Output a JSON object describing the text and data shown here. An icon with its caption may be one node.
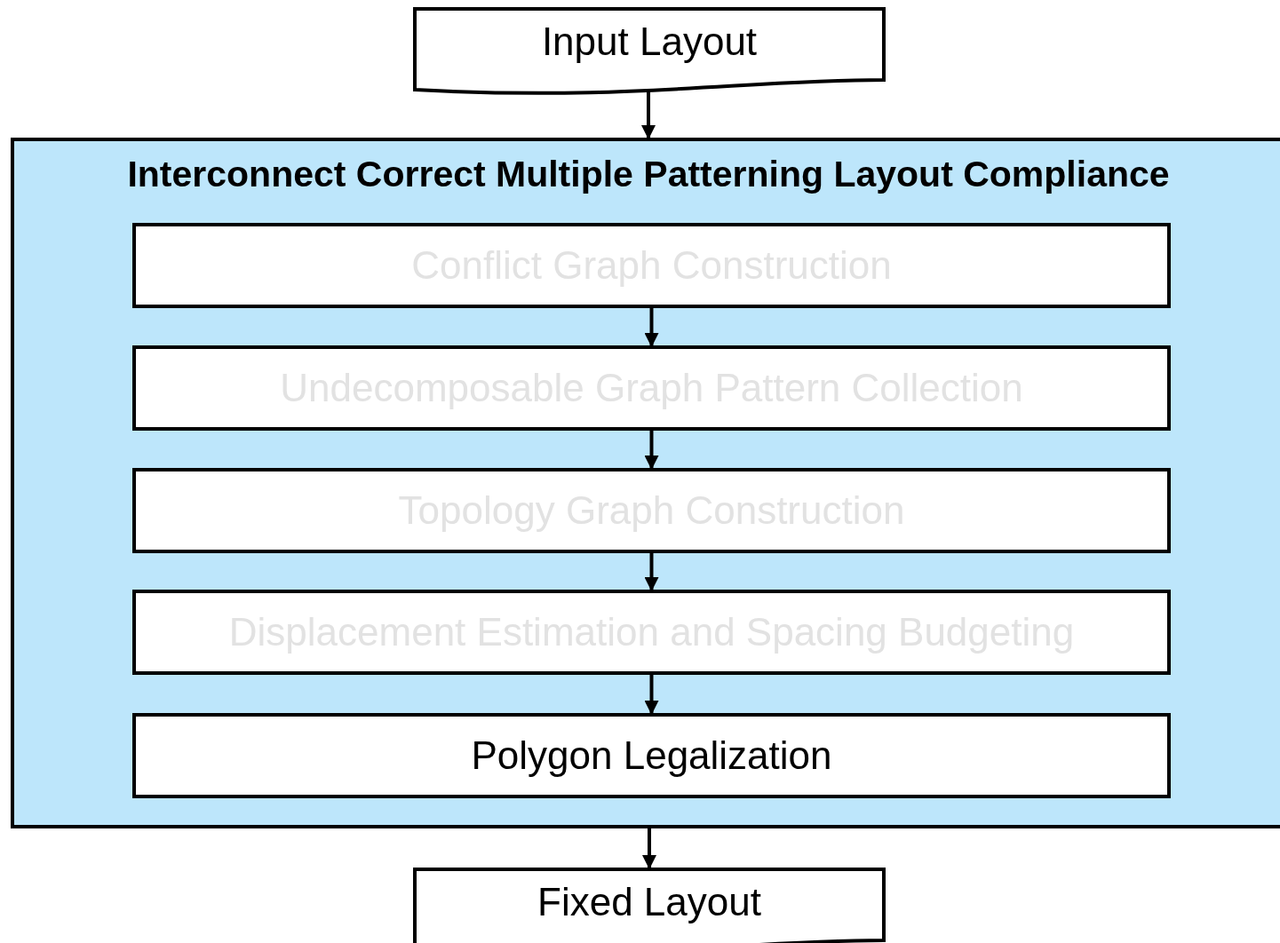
{
  "diagram": {
    "nodes": [
      {
        "text": [
          "Input Layout"
        ]
      },
      {
        "text": [
          "Interconnect Correct Multiple Patterning Layout Compliance"
        ]
      },
      {
        "text": [
          "Conflict Graph Construction"
        ],
        "in": 1
      },
      {
        "text": [
          "Undecomposable Graph Pattern Collection"
        ],
        "in": 1
      },
      {
        "text": [
          "Topology Graph Construction"
        ],
        "in": 1
      },
      {
        "text": [
          "Displacement Estimation and Spacing Budgeting"
        ],
        "in": 1
      },
      {
        "text": [
          "Polygon Legalization"
        ],
        "in": 1
      },
      {
        "text": [
          "Fixed Layout"
        ]
      }
    ],
    "edges": [
      {
        "from": 0,
        "to": 1,
        "arrow": "to"
      },
      {
        "from": 2,
        "to": 3,
        "arrow": "to"
      },
      {
        "from": 3,
        "to": 4,
        "arrow": "to"
      },
      {
        "from": 4,
        "to": 5,
        "arrow": "to"
      },
      {
        "from": 5,
        "to": 6,
        "arrow": "to"
      },
      {
        "from": 1,
        "to": 7,
        "arrow": "to"
      }
    ]
  }
}
